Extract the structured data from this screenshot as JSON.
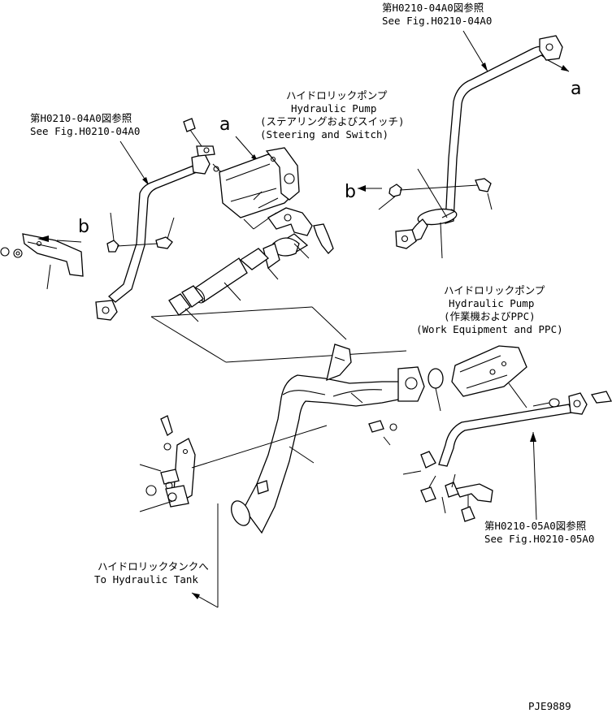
{
  "refs": {
    "top_right_jp": "第H0210-04A0図参照",
    "top_right_en": "See Fig.H0210-04A0",
    "top_left_jp": "第H0210-04A0図参照",
    "top_left_en": "See Fig.H0210-04A0",
    "bottom_right_jp": "第H0210-05A0図参照",
    "bottom_right_en": "See Fig.H0210-05A0"
  },
  "pump_steering": {
    "jp": "ハイドロリックポンプ",
    "en": "Hydraulic Pump",
    "sub_jp": "(ステアリングおよびスイッチ)",
    "sub_en": "(Steering and Switch)"
  },
  "pump_work": {
    "jp": "ハイドロリックポンプ",
    "en": "Hydraulic Pump",
    "sub_jp": "(作業機およびPPC)",
    "sub_en": "(Work Equipment and PPC)"
  },
  "tank": {
    "jp": "ハイドロリックタンクへ",
    "en": "To Hydraulic Tank"
  },
  "markers": {
    "a1": "a",
    "a2": "a",
    "b1": "b",
    "b2": "b"
  },
  "drawing_code": "PJE9889"
}
